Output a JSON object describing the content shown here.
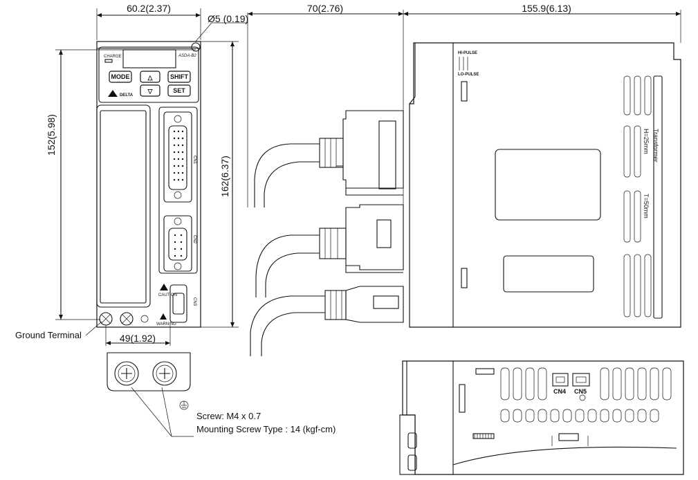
{
  "dimensions": {
    "front_width": "60.2(2.37)",
    "hole_diameter": "Ø5 (0.19)",
    "connector_depth": "70(2.76)",
    "side_depth": "155.9(6.13)",
    "mount_height": "152(5.98)",
    "overall_height": "162(6.37)",
    "mount_width": "49(1.92)"
  },
  "labels": {
    "ground_terminal": "Ground Terminal",
    "screw_spec": "Screw: M4 x 0.7",
    "mounting_torque": "Mounting Screw Type : 14 (kgf-cm)"
  },
  "panel": {
    "mode": "MODE",
    "shift": "SHIFT",
    "set": "SET",
    "up_glyph": "△",
    "down_glyph": "▽",
    "charge": "CHARGE",
    "brand": "ASDA-B2",
    "logo": "DELTA",
    "cn1": "CN1",
    "cn2": "CN2",
    "cn3": "CN3",
    "caution": "CAUTION",
    "warning": "WARNING"
  },
  "side_view": {
    "hi_pulse": "HI-PULSE",
    "lo_pulse": "LO-PULSE",
    "transformer": "Transformer",
    "spec_a": "H=25mm",
    "spec_b": "T=50mm"
  },
  "bottom_view": {
    "cn4": "CN4",
    "cn5": "CN5"
  }
}
